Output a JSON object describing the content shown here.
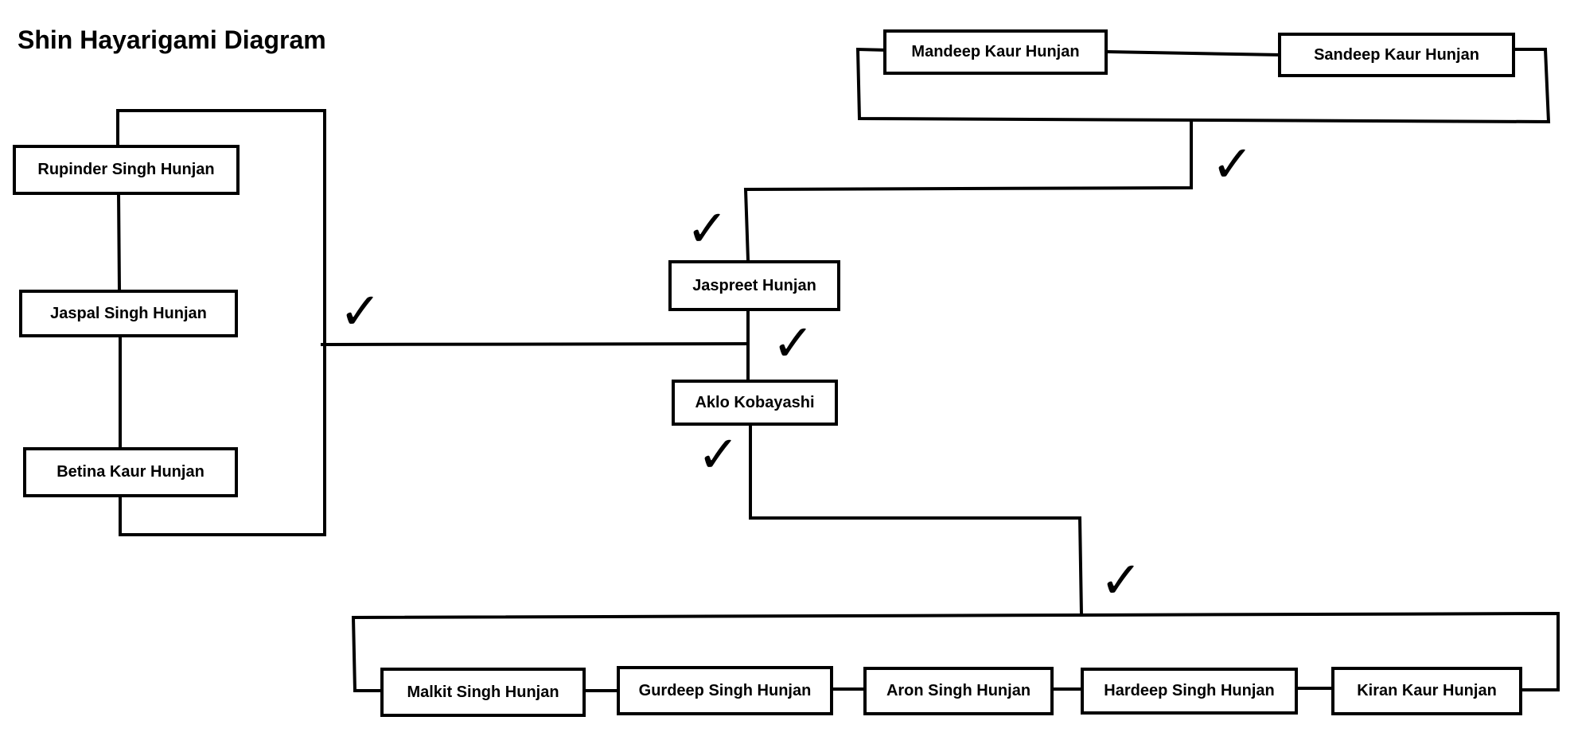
{
  "title": "Shin Hayarigami Diagram",
  "colors": {
    "line": "#000000",
    "background": "#ffffff"
  },
  "people": {
    "rupinder": "Rupinder Singh Hunjan",
    "jaspal": "Jaspal Singh Hunjan",
    "betina": "Betina Kaur Hunjan",
    "mandeep": "Mandeep Kaur Hunjan",
    "sandeep": "Sandeep Kaur Hunjan",
    "jaspreet": "Jaspreet Hunjan",
    "aklo": "Aklo Kobayashi",
    "malkit": "Malkit Singh Hunjan",
    "gurdeep": "Gurdeep Singh Hunjan",
    "aron": "Aron Singh Hunjan",
    "hardeep": "Hardeep Singh Hunjan",
    "kiran": "Kiran Kaur Hunjan"
  },
  "check_glyph": "✓",
  "check_icon": "checkmark-icon"
}
